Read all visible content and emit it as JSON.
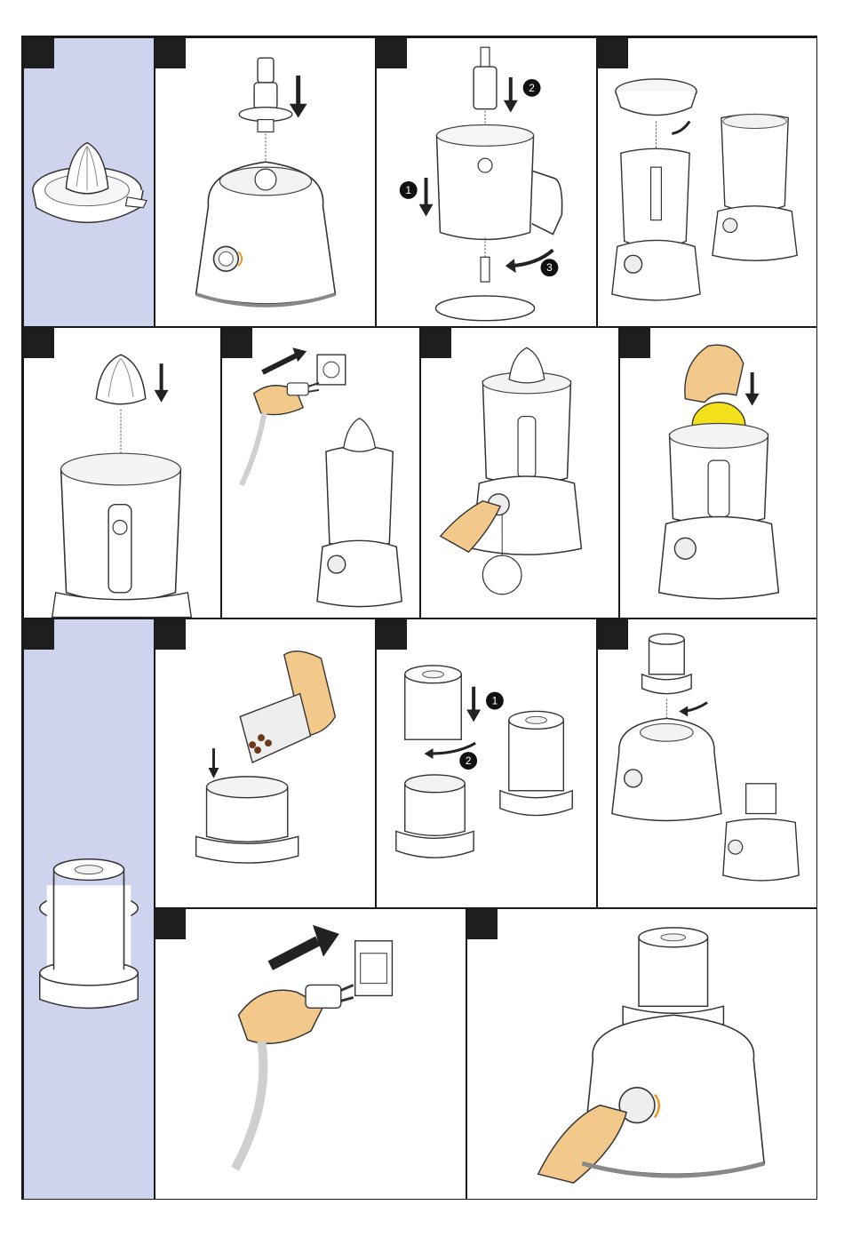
{
  "colors": {
    "accent": "#d0d3ee",
    "frame": "#1a1a1a",
    "lemon": "#f2e01a",
    "skin": "#f3c98b",
    "cable": "#cfcfcf"
  },
  "panels": [
    {
      "id": "juicer-intro",
      "label": ""
    },
    {
      "id": "juicer-step-1",
      "label": ""
    },
    {
      "id": "juicer-step-2",
      "label": ""
    },
    {
      "id": "juicer-step-3",
      "label": ""
    },
    {
      "id": "juicer-step-4",
      "label": ""
    },
    {
      "id": "juicer-step-5",
      "label": ""
    },
    {
      "id": "juicer-step-6",
      "label": ""
    },
    {
      "id": "juicer-step-7",
      "label": ""
    },
    {
      "id": "mill-intro",
      "label": ""
    },
    {
      "id": "mill-step-1",
      "label": ""
    },
    {
      "id": "mill-step-2",
      "label": ""
    },
    {
      "id": "mill-step-3",
      "label": ""
    },
    {
      "id": "mill-step-4",
      "label": ""
    },
    {
      "id": "mill-step-5",
      "label": ""
    }
  ],
  "callouts": {
    "one": "1",
    "two": "2",
    "three": "3"
  },
  "icons": [
    "juicer-icon",
    "cone-icon",
    "food-processor-icon",
    "bowl-icon",
    "arrow-down-icon",
    "arrow-curve-icon",
    "plug-icon",
    "socket-icon",
    "hand-icon",
    "lemon-icon",
    "mill-icon",
    "coffee-bag-icon"
  ]
}
